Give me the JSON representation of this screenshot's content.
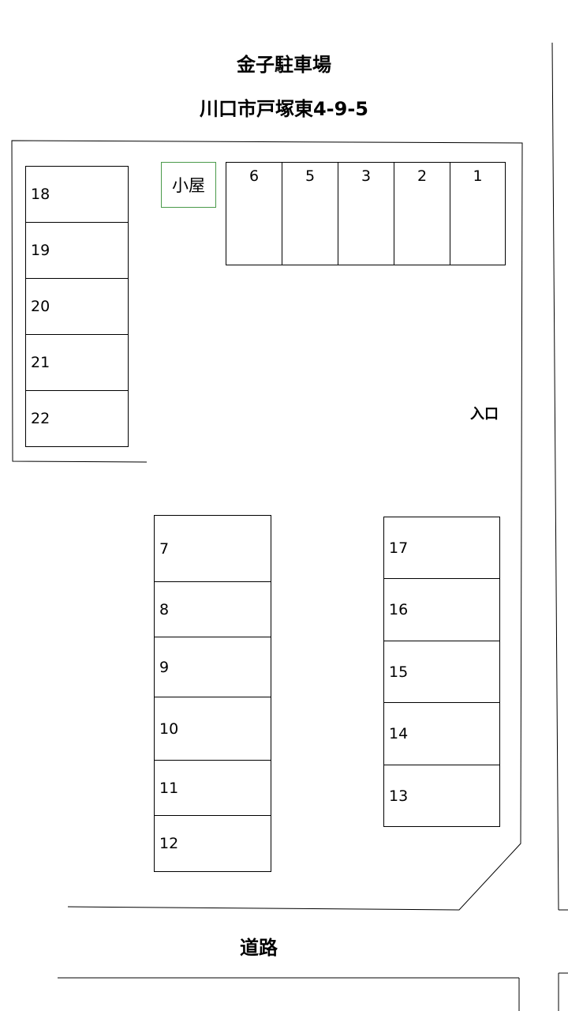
{
  "header": {
    "name": "金子駐車場",
    "address": "川口市戸塚東4-9-5"
  },
  "hut_label": "小屋",
  "entrance_label": "入口",
  "road_label": "道路",
  "spaces": {
    "top_row": [
      "6",
      "5",
      "3",
      "2",
      "1"
    ],
    "left_column": [
      "18",
      "19",
      "20",
      "21",
      "22"
    ],
    "middle_column": [
      "7",
      "8",
      "9",
      "10",
      "11",
      "12"
    ],
    "right_column": [
      "17",
      "16",
      "15",
      "14",
      "13"
    ]
  }
}
